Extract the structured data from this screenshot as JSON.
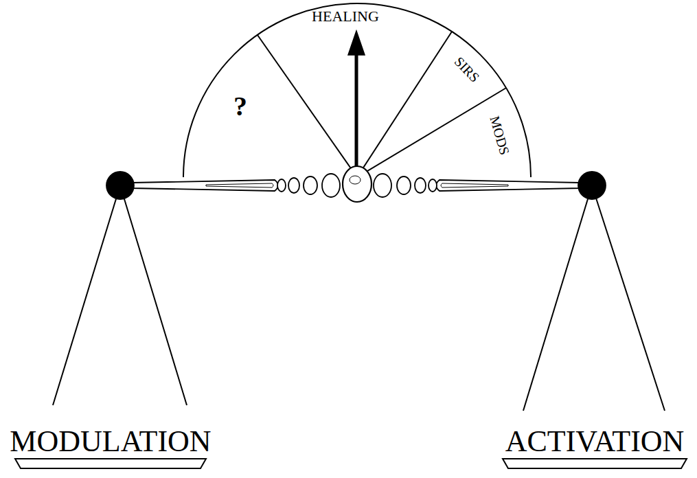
{
  "diagram": {
    "labels": [
      "?",
      "HEALING",
      "SIRS",
      "MODS",
      "MODULATION",
      "ACTIVATION"
    ]
  }
}
